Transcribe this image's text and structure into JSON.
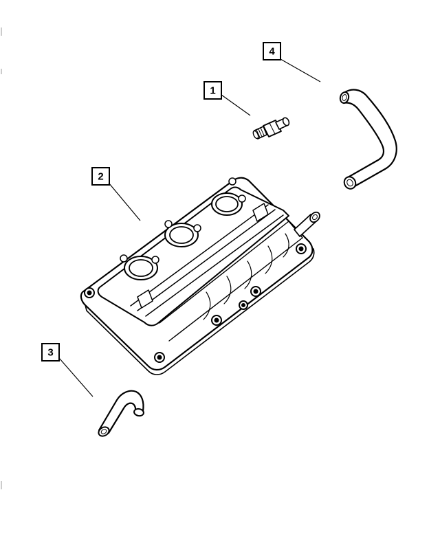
{
  "callouts": [
    {
      "id": "1",
      "label": "1"
    },
    {
      "id": "2",
      "label": "2"
    },
    {
      "id": "3",
      "label": "3"
    },
    {
      "id": "4",
      "label": "4"
    }
  ],
  "parts": [
    {
      "callout": "1",
      "icon": "pcv-valve-icon"
    },
    {
      "callout": "2",
      "icon": "valve-cover-icon"
    },
    {
      "callout": "3",
      "icon": "short-hose-icon"
    },
    {
      "callout": "4",
      "icon": "long-hose-icon"
    }
  ],
  "colors": {
    "ink": "#000000",
    "paper": "#ffffff"
  }
}
